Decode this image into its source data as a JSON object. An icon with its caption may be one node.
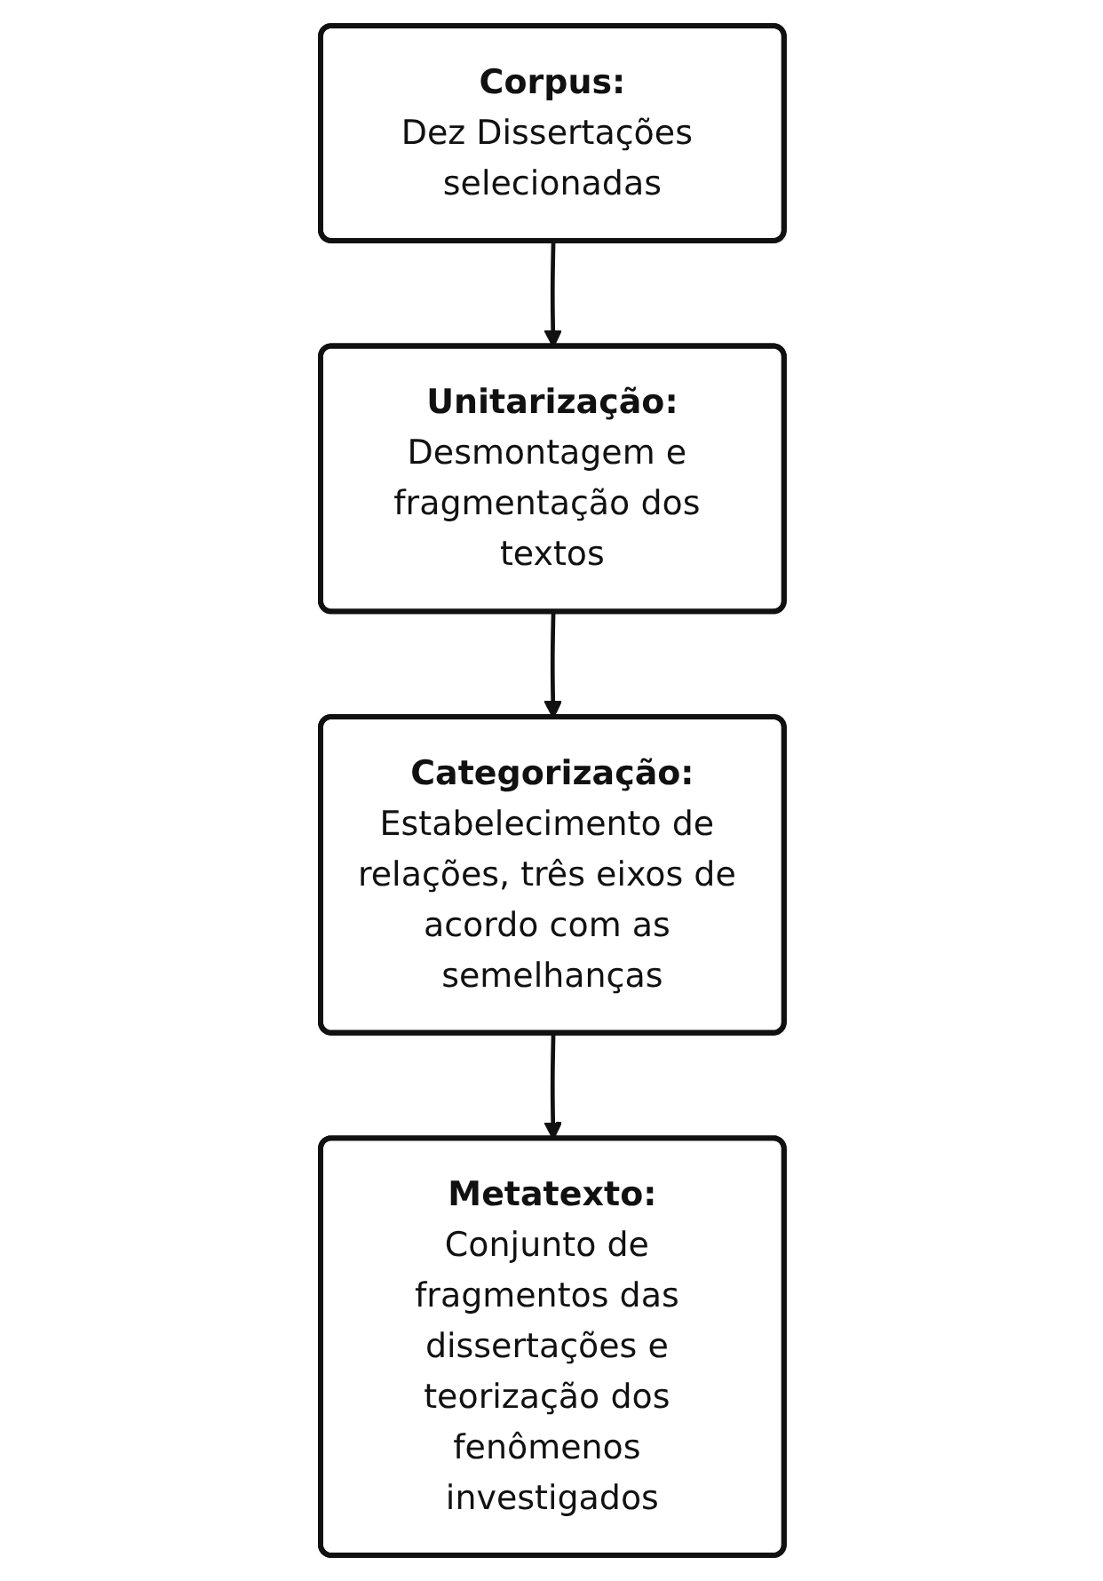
{
  "diagram": {
    "nodes": [
      {
        "text": [
          "Corpus:",
          "Dez Dissertações selecionadas"
        ]
      },
      {
        "text": [
          "Unitarização:",
          "Desmontagem e fragmentação dos textos"
        ]
      },
      {
        "text": [
          "Categorização:",
          "Estabelecimento de relações, três eixos de acordo com as semelhanças"
        ]
      },
      {
        "text": [
          "Metatexto:",
          "Conjunto de fragmentos das dissertações e teorização dos fenômenos investigados"
        ]
      }
    ],
    "edges": [
      {
        "from": 0,
        "to": 1,
        "arrow": "to"
      },
      {
        "from": 1,
        "to": 2,
        "arrow": "to"
      },
      {
        "from": 2,
        "to": 3,
        "arrow": "to"
      }
    ]
  }
}
